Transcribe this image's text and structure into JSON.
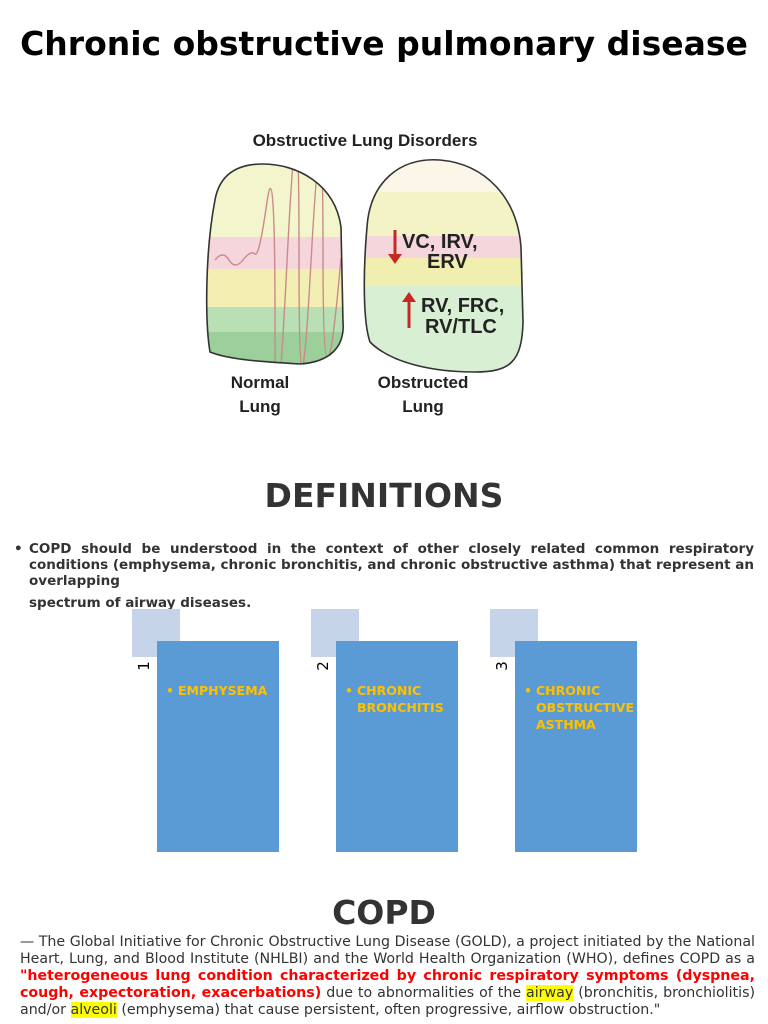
{
  "page_title": "Chronic obstructive pulmonary disease",
  "figure": {
    "title": "Obstructive Lung Disorders",
    "decrease_text_line1": "VC, IRV,",
    "decrease_text_line2": "ERV",
    "increase_text_line1": "RV, FRC,",
    "increase_text_line2": "RV/TLC",
    "normal_label_line1": "Normal",
    "normal_label_line2": "Lung",
    "obstructed_label_line1": "Obstructed",
    "obstructed_label_line2": "Lung"
  },
  "definitions": {
    "heading": "DEFINITIONS",
    "bullet_line1_2": "COPD should be understood in the context of other closely related common respiratory conditions (emphysema, chronic bronchitis, and chronic obstructive asthma) that represent an overlapping",
    "bullet_line3": "spectrum of airway diseases."
  },
  "cards": [
    {
      "number": "1",
      "label": "EMPHYSEMA"
    },
    {
      "number": "2",
      "label": "CHRONIC BRONCHITIS"
    },
    {
      "number": "3",
      "label": "CHRONIC OBSTRUCTIVE ASTHMA"
    }
  ],
  "copd": {
    "heading": "COPD",
    "dash": "—",
    "text_before": " The Global Initiative for Chronic Obstructive Lung Disease (GOLD), a project initiated by the National Heart, Lung, and Blood Institute (NHLBI) and the World Health Organization (WHO), defines COPD as a ",
    "quote": "\"heterogeneous lung condition characterized by chronic respiratory symptoms (dyspnea, cough, expectoration, exacerbations)",
    "text_mid1": " due to abnormalities of the ",
    "hl1": "airway",
    "text_mid2": " (bronchitis, bronchiolitis) and/or ",
    "hl2": "alveoli",
    "text_end": " (emphysema) that cause persistent, often progressive, airflow obstruction.\""
  },
  "colors": {
    "card_fill": "#5b9bd5",
    "tab_fill": "#c5d4e8",
    "card_text": "#ffc000",
    "emphasis_red": "#ff0000",
    "highlight": "#ffff00"
  }
}
